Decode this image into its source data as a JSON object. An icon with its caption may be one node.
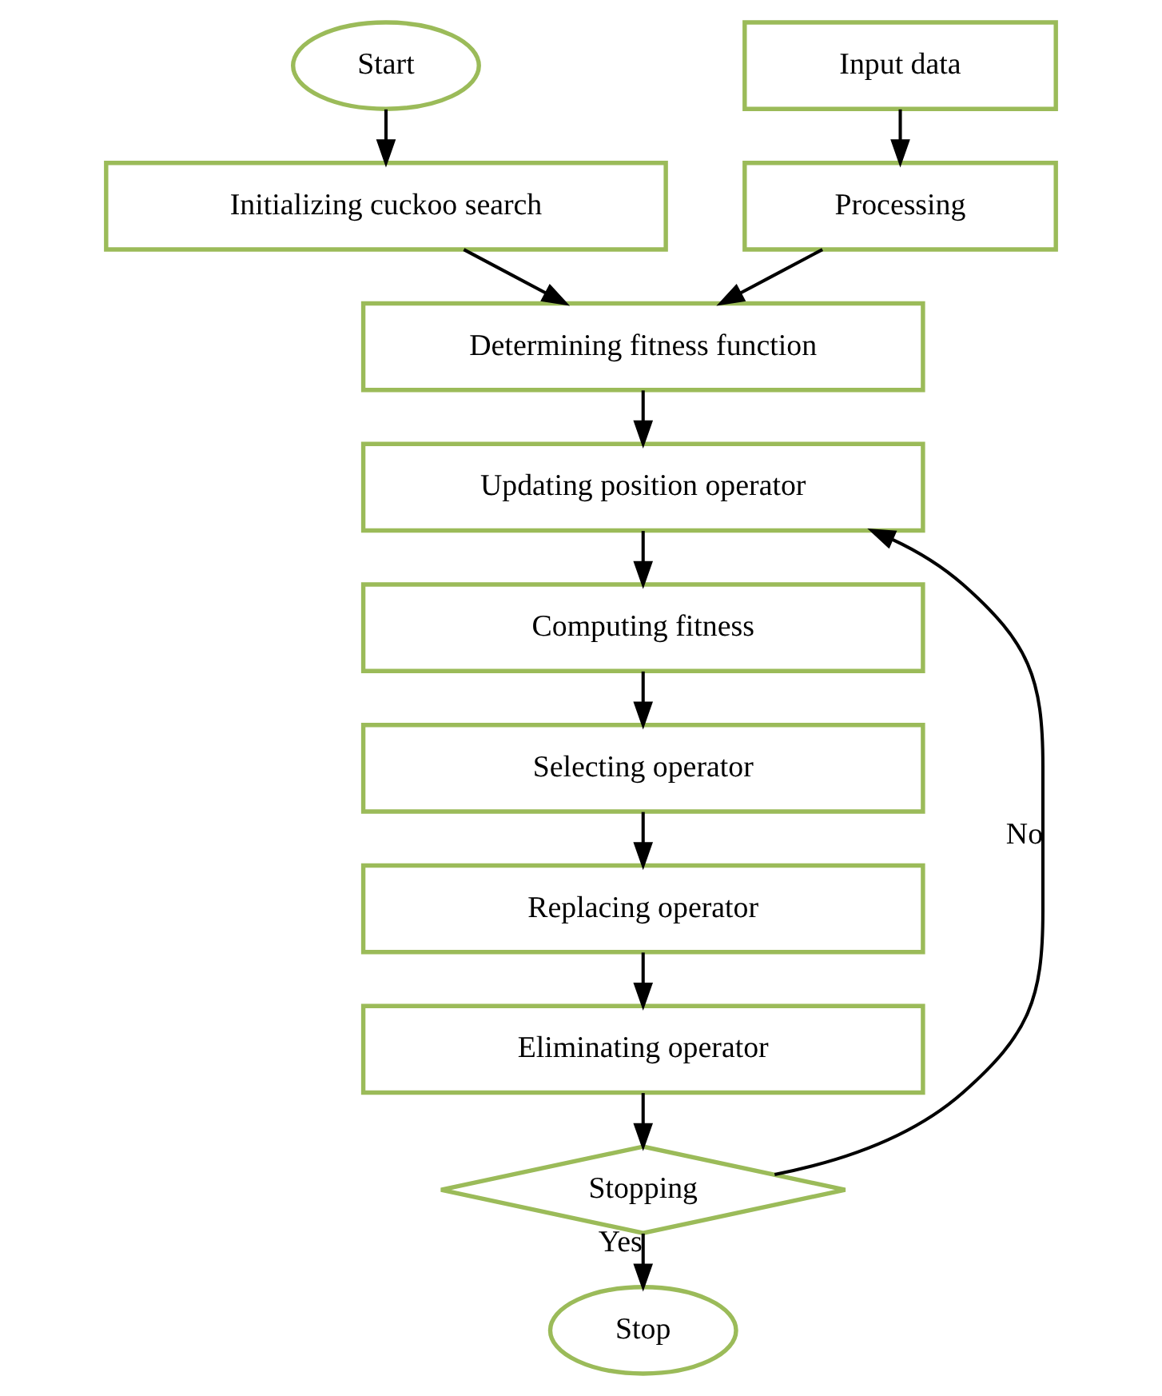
{
  "diagram": {
    "nodes": [
      {
        "text": [
          "Start"
        ]
      },
      {
        "text": [
          "Input data"
        ]
      },
      {
        "text": [
          "Processing"
        ]
      },
      {
        "text": [
          "Initializing cuckoo search"
        ]
      },
      {
        "text": [
          "Determining fitness function"
        ]
      },
      {
        "text": [
          "Updating position operator"
        ]
      },
      {
        "text": [
          "Computing fitness"
        ]
      },
      {
        "text": [
          "Selecting operator"
        ]
      },
      {
        "text": [
          "Replacing operator"
        ]
      },
      {
        "text": [
          "Eliminating operator"
        ]
      },
      {
        "text": [
          "Stopping"
        ]
      },
      {
        "text": [
          "Stop"
        ]
      }
    ],
    "edges": [
      {
        "from": 0,
        "to": 3,
        "arrow": "to"
      },
      {
        "from": 1,
        "to": 2,
        "arrow": "to"
      },
      {
        "from": 2,
        "to": 4,
        "arrow": "to"
      },
      {
        "from": 3,
        "to": 4,
        "arrow": "to"
      },
      {
        "from": 4,
        "to": 5,
        "arrow": "to"
      },
      {
        "from": 5,
        "to": 6,
        "arrow": "to"
      },
      {
        "from": 6,
        "to": 7,
        "arrow": "to"
      },
      {
        "from": 7,
        "to": 8,
        "arrow": "to"
      },
      {
        "from": 8,
        "to": 9,
        "arrow": "to"
      },
      {
        "from": 9,
        "to": 10,
        "arrow": "to"
      },
      {
        "from": 10,
        "to": 5,
        "arrow": "to",
        "label": "No"
      },
      {
        "from": 10,
        "to": 11,
        "arrow": "to",
        "label": "Yes"
      }
    ]
  }
}
